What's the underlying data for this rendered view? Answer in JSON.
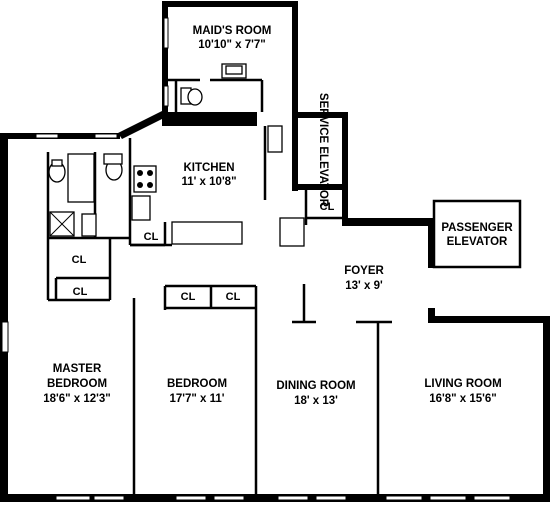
{
  "rooms": {
    "maids_room": {
      "name": "MAID'S ROOM",
      "size": "10'10\" x 7'7\""
    },
    "kitchen": {
      "name": "KITCHEN",
      "size": "11' x 10'8\""
    },
    "service_elevator": {
      "name": "SERVICE ELEVATOR"
    },
    "passenger_elevator": {
      "line1": "PASSENGER",
      "line2": "ELEVATOR"
    },
    "foyer": {
      "name": "FOYER",
      "size": "13' x 9'"
    },
    "master_bedroom": {
      "line1": "MASTER",
      "line2": "BEDROOM",
      "size": "18'6\" x 12'3\""
    },
    "bedroom": {
      "name": "BEDROOM",
      "size": "17'7\" x 11'"
    },
    "dining_room": {
      "name": "DINING ROOM",
      "size": "18' x 13'"
    },
    "living_room": {
      "name": "LIVING ROOM",
      "size": "16'8\" x 15'6\""
    }
  },
  "closets": {
    "label": "CL"
  }
}
